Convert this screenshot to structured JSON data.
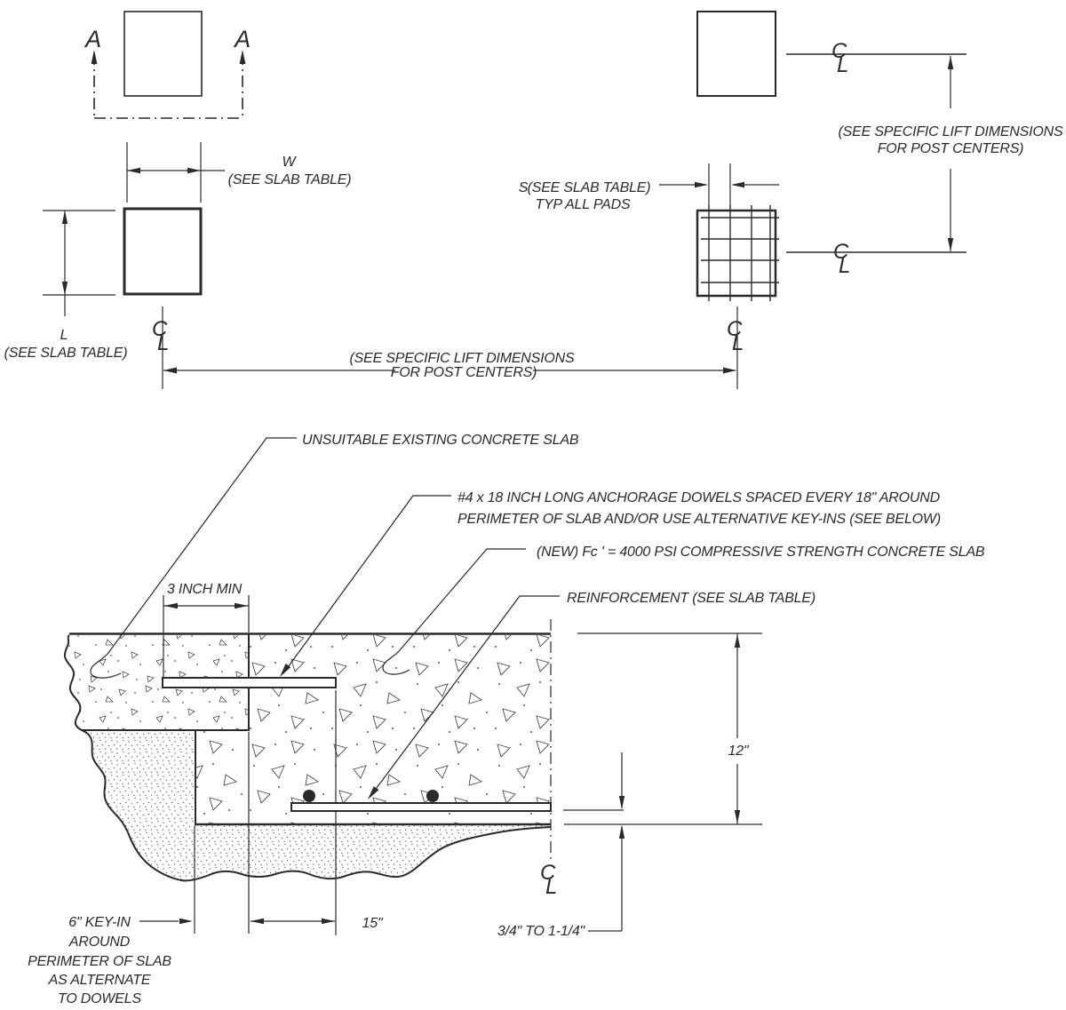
{
  "drawing": {
    "plan": {
      "section_marker": "A",
      "w_label": "W",
      "w_note": "(SEE SLAB TABLE)",
      "l_label": "L",
      "l_note": "(SEE SLAB TABLE)",
      "s_label": "S",
      "s_note": "(SEE SLAB TABLE)",
      "s_note2": "TYP ALL PADS",
      "lift_h_line1": "(SEE SPECIFIC LIFT DIMENSIONS",
      "lift_h_line2": "FOR POST CENTERS)",
      "lift_v_line1": "(SEE SPECIFIC LIFT DIMENSIONS",
      "lift_v_line2": "FOR POST CENTERS)"
    },
    "section": {
      "unsuitable": "UNSUITABLE EXISTING CONCRETE SLAB",
      "dowels_line1": "#4  x  18 INCH LONG ANCHORAGE DOWELS SPACED EVERY 18\" AROUND",
      "dowels_line2": "PERIMETER OF SLAB AND/OR USE ALTERNATIVE KEY-INS (SEE BELOW)",
      "new_slab": "(NEW)   Fc ' =  4000 PSI COMPRESSIVE STRENGTH CONCRETE SLAB",
      "reinforcement": "REINFORCEMENT (SEE SLAB TABLE)",
      "min_embed": "3 INCH MIN",
      "slab_depth": "12\"",
      "dowel_projection": "15\"",
      "cover": "3/4\"  TO  1-1/4\"",
      "keyin_line1": "6\"   KEY-IN",
      "keyin_line2": "AROUND",
      "keyin_line3": "PERIMETER OF SLAB",
      "keyin_line4": "AS ALTERNATE",
      "keyin_line5": "TO DOWELS"
    },
    "symbols": {
      "centerline_c": "C",
      "centerline_l": "L"
    },
    "colors": {
      "ink": "#2b2a29",
      "paper": "#ffffff"
    }
  }
}
